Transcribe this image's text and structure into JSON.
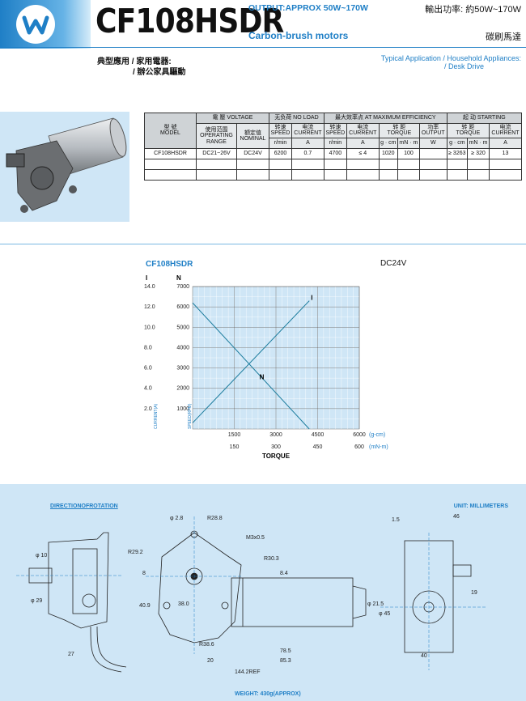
{
  "header": {
    "model": "CF108HSDR",
    "output_en": "OUTPUT:APPROX 50W~170W",
    "type_en": "Carbon-brush motors",
    "output_cn": "輸出功率: 約50W~170W",
    "type_cn": "碳刷馬達",
    "app_cn_1": "典型應用  /  家用電器:",
    "app_cn_2": "/  辦公家具驅動",
    "app_en_1": "Typical Application /  Household Appliances:",
    "app_en_2": "/  Desk Drive"
  },
  "table": {
    "h_model": "型  號",
    "h_model_en": "MODEL",
    "h_voltage": "電 壓 VOLTAGE",
    "h_noload": "无负荷  NO LOAD",
    "h_eff": "最大效率点  AT MAXIMUM EFFICIENCY",
    "h_start": "起    动  STARTING",
    "h_oprange_cn": "使用范围",
    "h_oprange": "OPERATING RANGE",
    "h_nominal_cn": "額定值",
    "h_nominal": "NOMINAL",
    "h_speed_cn": "转速",
    "h_speed": "SPEED",
    "h_current_cn": "电流",
    "h_current": "CURRENT",
    "h_torque_cn": "转    距",
    "h_torque": "TORQUE",
    "h_output_cn": "功率",
    "h_output": "OUTPUT",
    "u_rmin": "r/min",
    "u_a": "A",
    "u_gcm": "g · cm",
    "u_mnm": "mN · m",
    "u_w": "W",
    "row": [
      "CF108HSDR",
      "DC21~26V",
      "DC24V",
      "6200",
      "0.7",
      "4700",
      "≤ 4",
      "1020",
      "100",
      "",
      "≥ 3263",
      "≥ 320",
      "13"
    ]
  },
  "chart": {
    "title": "CF108HSDR",
    "voltage": "DC24V",
    "lbl_i": "I",
    "lbl_n": "N",
    "y_current_label": "CURRENT(A)",
    "y_speed_label": "SPEED(RPM)",
    "x_unit_gcm": "(g-cm)",
    "x_unit_mnm": "(mN-m)",
    "xlabel": "TORQUE"
  },
  "chart_data": {
    "type": "line",
    "title": "CF108HSDR",
    "xlabel": "TORQUE",
    "x_range_gcm": [
      0,
      6000
    ],
    "x_ticks_gcm": [
      "1500",
      "3000",
      "4500",
      "6000"
    ],
    "x_ticks_mnm": [
      "150",
      "300",
      "450",
      "600"
    ],
    "y_current_range": [
      0,
      14
    ],
    "y_current_ticks": [
      "2.0",
      "4.0",
      "6.0",
      "8.0",
      "10.0",
      "12.0",
      "14.0"
    ],
    "y_speed_range": [
      0,
      7000
    ],
    "y_speed_ticks": [
      "1000",
      "2000",
      "3000",
      "4000",
      "5000",
      "6000",
      "7000"
    ],
    "grid": true,
    "series": [
      {
        "name": "I",
        "axis": "current",
        "x": [
          0,
          4200
        ],
        "y": [
          0.6,
          12.6
        ]
      },
      {
        "name": "N",
        "axis": "speed",
        "x": [
          0,
          4200
        ],
        "y": [
          6200,
          0
        ]
      }
    ]
  },
  "drawing": {
    "direction": "DIRECTIONOFROTATION",
    "unit": "UNIT: MILLIMETERS",
    "weight": "WEIGHT: 430g(APPROX)",
    "dims": {
      "d10": "φ 10",
      "d29": "φ 29",
      "d27": "27",
      "d28": "φ 2.8",
      "r28": "R28.8",
      "r292": "R29.2",
      "m3": "M3x0.5",
      "r303": "R30.3",
      "d8": "8",
      "d84": "8.4",
      "d409": "40.9",
      "d380": "38.0",
      "d215": "φ 21.5",
      "d45": "φ 45",
      "r386": "R38.6",
      "d785": "78.5",
      "d20": "20",
      "d853": "85.3",
      "d1442": "144.2REF",
      "d15": "1.5",
      "d46": "46",
      "d19": "19",
      "d40": "40"
    }
  },
  "colors": {
    "accent": "#1f7fc6",
    "panel": "#cfe6f6",
    "curve": "#1d7d9e"
  }
}
